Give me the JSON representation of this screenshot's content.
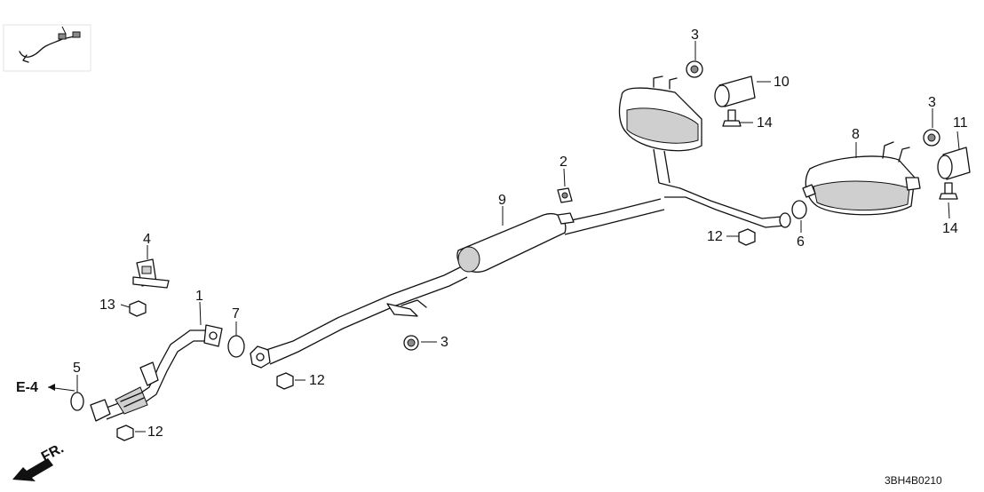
{
  "diagram_code": "3BH4B0210",
  "ref_label": "E-4",
  "front_label": "FR.",
  "callouts": {
    "c1": "1",
    "c2": "2",
    "c3a": "3",
    "c3b": "3",
    "c3c": "3",
    "c4": "4",
    "c5": "5",
    "c6": "6",
    "c7": "7",
    "c8": "8",
    "c9": "9",
    "c10": "10",
    "c11": "11",
    "c12a": "12",
    "c12b": "12",
    "c12c": "12",
    "c13": "13",
    "c14a": "14",
    "c14b": "14"
  }
}
